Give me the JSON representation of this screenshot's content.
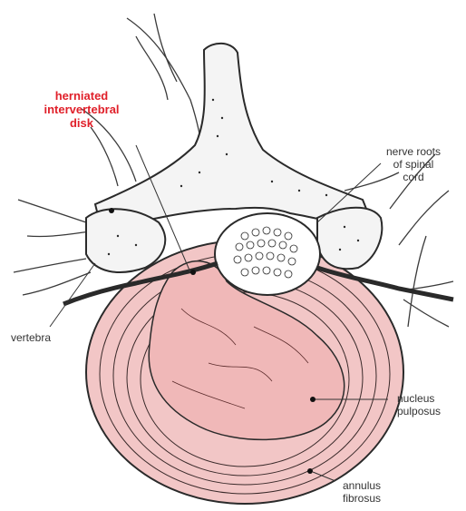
{
  "labels": {
    "herniated": "herniated\nintervertebral\ndisk",
    "nerve_roots": "nerve roots\nof spinal\ncord",
    "vertebra": "vertebra",
    "nucleus": "nucleus\npulposus",
    "annulus": "annulus\nfibrosus"
  },
  "colors": {
    "disk_fill": "#f2c6c6",
    "nucleus_fill": "#f0b8b8",
    "outline": "#2a2a2a",
    "bone_fill": "#f4f4f4",
    "label_red": "#e0202a"
  }
}
